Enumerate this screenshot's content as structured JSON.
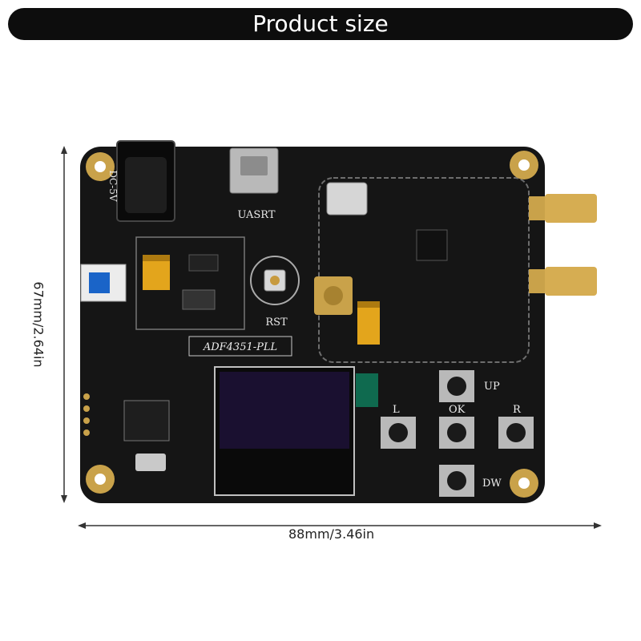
{
  "banner": {
    "title": "Product size"
  },
  "dimensions": {
    "width": "88mm/3.46in",
    "height": "67mm/2.64in"
  },
  "board": {
    "silkscreen_model": "ADF4351-PLL",
    "power_label": "DC-5V",
    "usb_label": "UASRT",
    "reset_label": "RST",
    "buttons": {
      "up": "UP",
      "down": "DW",
      "left": "L",
      "right": "R",
      "ok": "OK"
    }
  },
  "colors": {
    "pcb": "#151515",
    "gold": "#c9a24a",
    "banner": "#0d0d0d",
    "oled": "#1a1030"
  }
}
